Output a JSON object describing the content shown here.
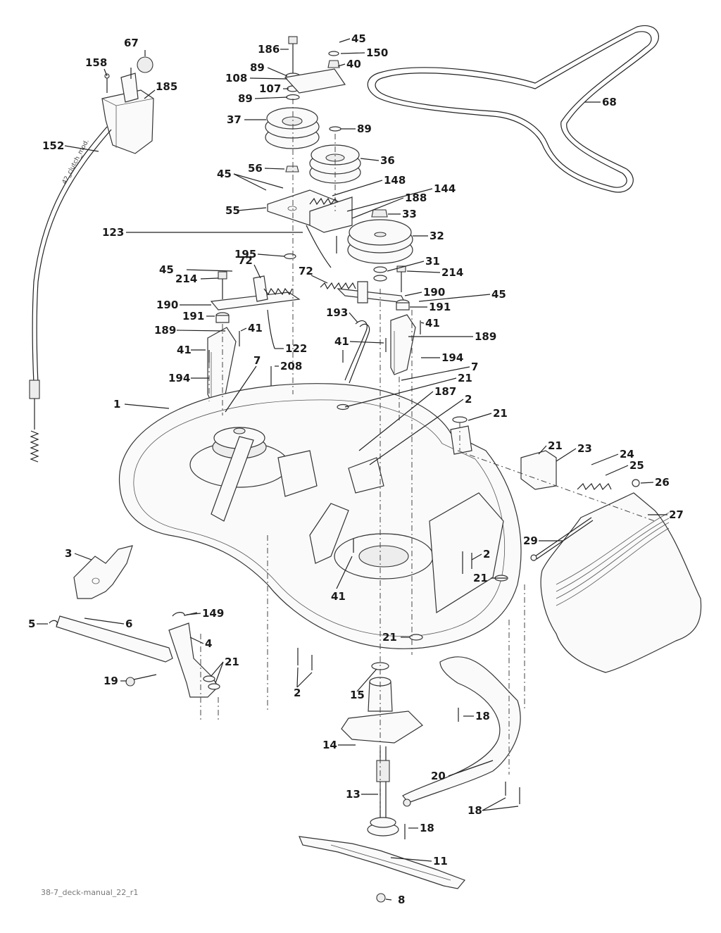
{
  "footer": {
    "doc_id": "38-7_deck-manual_22_r1"
  },
  "cable_print": "42_clutch_mod.",
  "callouts": [
    {
      "id": "c67",
      "text": "67"
    },
    {
      "id": "c158",
      "text": "158"
    },
    {
      "id": "c185",
      "text": "185"
    },
    {
      "id": "c152",
      "text": "152"
    },
    {
      "id": "c186",
      "text": "186"
    },
    {
      "id": "c45a",
      "text": "45"
    },
    {
      "id": "c150",
      "text": "150"
    },
    {
      "id": "c89a",
      "text": "89"
    },
    {
      "id": "c40",
      "text": "40"
    },
    {
      "id": "c108",
      "text": "108"
    },
    {
      "id": "c107",
      "text": "107"
    },
    {
      "id": "c89b",
      "text": "89"
    },
    {
      "id": "c37",
      "text": "37"
    },
    {
      "id": "c89c",
      "text": "89"
    },
    {
      "id": "c36",
      "text": "36"
    },
    {
      "id": "c56",
      "text": "56"
    },
    {
      "id": "c45b",
      "text": "45"
    },
    {
      "id": "c148",
      "text": "148"
    },
    {
      "id": "c188",
      "text": "188"
    },
    {
      "id": "c144",
      "text": "144"
    },
    {
      "id": "c55",
      "text": "55"
    },
    {
      "id": "c33",
      "text": "33"
    },
    {
      "id": "c68",
      "text": "68"
    },
    {
      "id": "c123",
      "text": "123"
    },
    {
      "id": "c32",
      "text": "32"
    },
    {
      "id": "c195",
      "text": "195"
    },
    {
      "id": "c72a",
      "text": "72"
    },
    {
      "id": "c72b",
      "text": "72"
    },
    {
      "id": "c31",
      "text": "31"
    },
    {
      "id": "c45c",
      "text": "45"
    },
    {
      "id": "c214a",
      "text": "214"
    },
    {
      "id": "c214b",
      "text": "214"
    },
    {
      "id": "c190a",
      "text": "190"
    },
    {
      "id": "c190b",
      "text": "190"
    },
    {
      "id": "c45d",
      "text": "45"
    },
    {
      "id": "c191a",
      "text": "191"
    },
    {
      "id": "c191b",
      "text": "191"
    },
    {
      "id": "c41a",
      "text": "41"
    },
    {
      "id": "c193",
      "text": "193"
    },
    {
      "id": "c41b",
      "text": "41"
    },
    {
      "id": "c189a",
      "text": "189"
    },
    {
      "id": "c189b",
      "text": "189"
    },
    {
      "id": "c41c",
      "text": "41"
    },
    {
      "id": "c122",
      "text": "122"
    },
    {
      "id": "c41d",
      "text": "41"
    },
    {
      "id": "c194a",
      "text": "194"
    },
    {
      "id": "c7a",
      "text": "7"
    },
    {
      "id": "c208",
      "text": "208"
    },
    {
      "id": "c7b",
      "text": "7"
    },
    {
      "id": "c194b",
      "text": "194"
    },
    {
      "id": "c21a",
      "text": "21"
    },
    {
      "id": "c187",
      "text": "187"
    },
    {
      "id": "c1",
      "text": "1"
    },
    {
      "id": "c2a",
      "text": "2"
    },
    {
      "id": "c21b",
      "text": "21"
    },
    {
      "id": "c21c",
      "text": "21"
    },
    {
      "id": "c23",
      "text": "23"
    },
    {
      "id": "c24",
      "text": "24"
    },
    {
      "id": "c25",
      "text": "25"
    },
    {
      "id": "c26",
      "text": "26"
    },
    {
      "id": "c27",
      "text": "27"
    },
    {
      "id": "c29",
      "text": "29"
    },
    {
      "id": "c3",
      "text": "3"
    },
    {
      "id": "c2b",
      "text": "2"
    },
    {
      "id": "c41e",
      "text": "41"
    },
    {
      "id": "c21d",
      "text": "21"
    },
    {
      "id": "c5",
      "text": "5"
    },
    {
      "id": "c6",
      "text": "6"
    },
    {
      "id": "c149",
      "text": "149"
    },
    {
      "id": "c4",
      "text": "4"
    },
    {
      "id": "c21e",
      "text": "21"
    },
    {
      "id": "c21f",
      "text": "21"
    },
    {
      "id": "c19",
      "text": "19"
    },
    {
      "id": "c2c",
      "text": "2"
    },
    {
      "id": "c15",
      "text": "15"
    },
    {
      "id": "c18a",
      "text": "18"
    },
    {
      "id": "c14",
      "text": "14"
    },
    {
      "id": "c20",
      "text": "20"
    },
    {
      "id": "c13",
      "text": "13"
    },
    {
      "id": "c18b",
      "text": "18"
    },
    {
      "id": "c18c",
      "text": "18"
    },
    {
      "id": "c11",
      "text": "11"
    },
    {
      "id": "c8",
      "text": "8"
    }
  ]
}
